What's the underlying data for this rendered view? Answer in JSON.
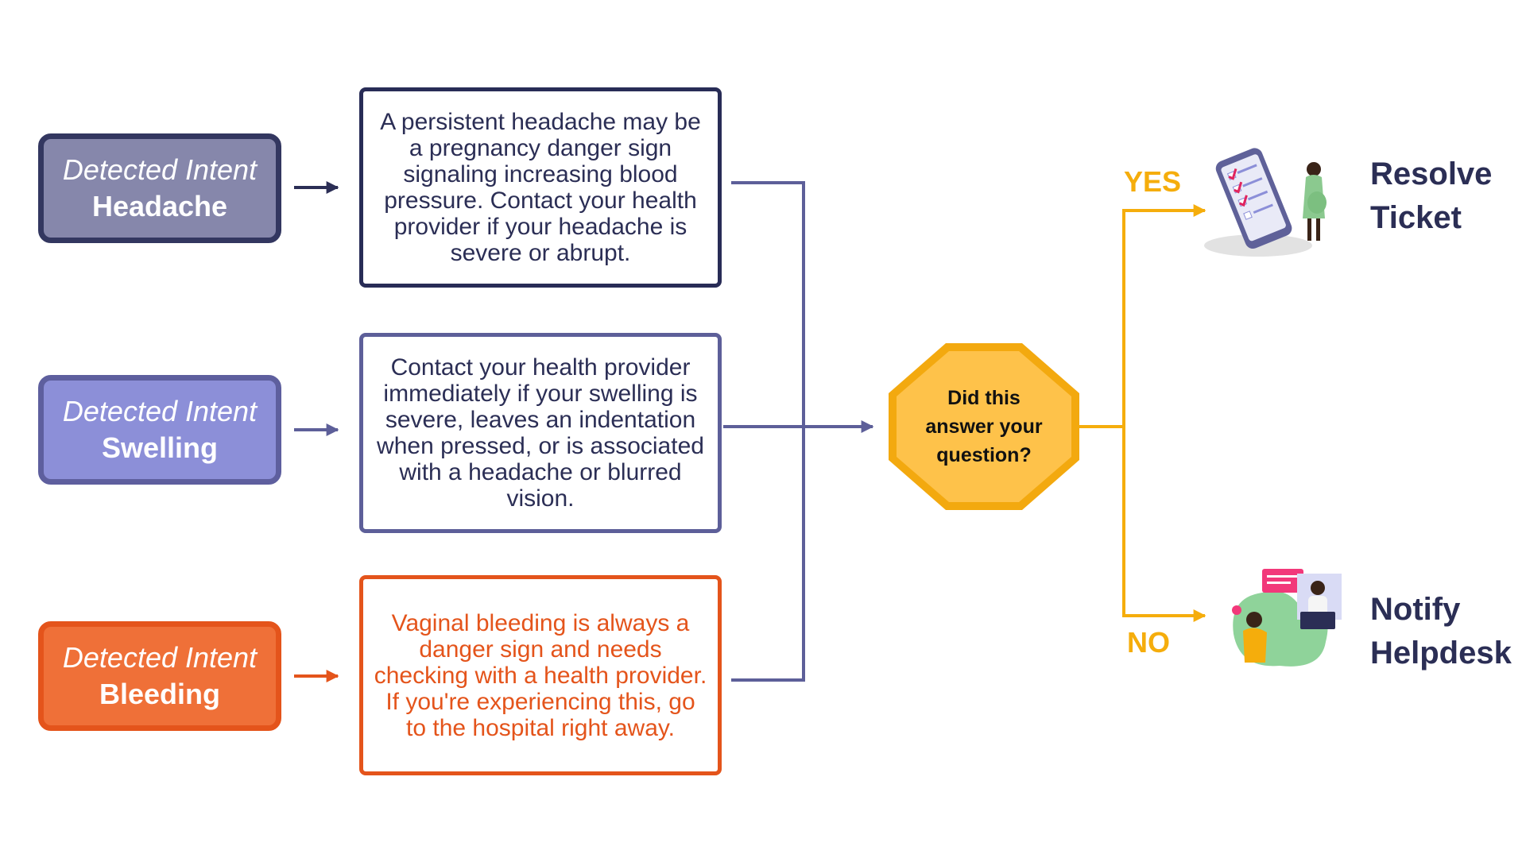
{
  "intents": [
    {
      "label": "Detected Intent",
      "name": "Headache"
    },
    {
      "label": "Detected Intent",
      "name": "Swelling"
    },
    {
      "label": "Detected Intent",
      "name": "Bleeding"
    }
  ],
  "responses": [
    "A persistent headache may be a pregnancy danger sign signaling increasing blood pressure. Contact your health provider if your headache is severe or abrupt.",
    "Contact your health provider immediately if your swelling is severe, leaves an indentation when pressed, or is associated with a headache or blurred vision.",
    "Vaginal bleeding is always a danger sign and needs checking with a health provider. If you're experiencing this, go to the hospital right away."
  ],
  "decision": {
    "question": "Did this answer your question?"
  },
  "branches": {
    "yes": "YES",
    "no": "NO"
  },
  "outcomes": {
    "yes": {
      "line1": "Resolve",
      "line2": "Ticket"
    },
    "no": {
      "line1": "Notify",
      "line2": "Helpdesk"
    }
  },
  "colors": {
    "dark_navy": "#2b2e55",
    "slate_purple": "#5d5f99",
    "periwinkle": "#8c8fd8",
    "orange": "#e4541b",
    "gold": "#f5ad0c",
    "gold_fill": "#fec24a"
  }
}
